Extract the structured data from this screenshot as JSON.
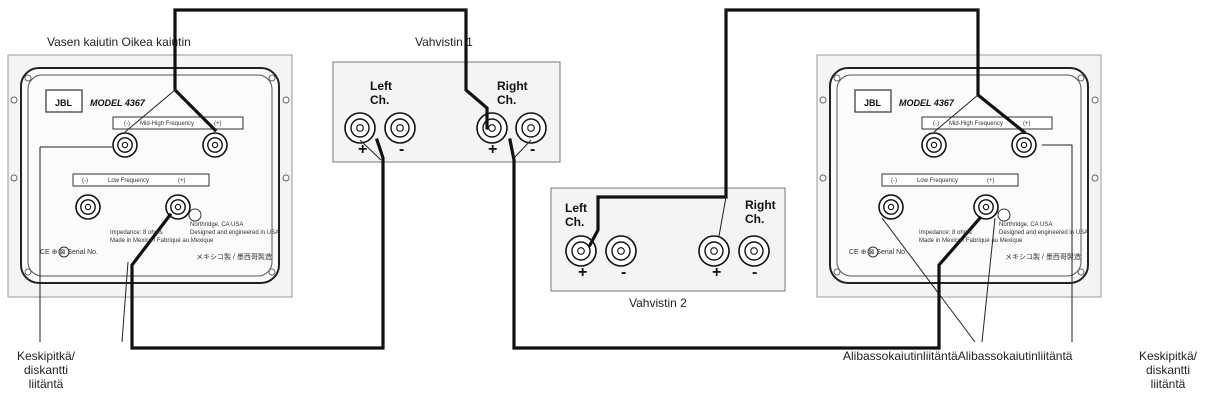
{
  "labels": {
    "speakers_left": "Vasen kaiutin Oikea kaiutin",
    "amp1_title": "Vahvistin 1",
    "amp2_title": "Vahvistin 2",
    "mid_high_left": "Keskipitkä/\ndiskantti\nliitäntä",
    "sub_left_right": "AlibassokaiutinliitäntäAlibassokaiutinliitäntä",
    "mid_high_right": "Keskipitkä/\ndiskantti\nliitäntä"
  },
  "speaker_panel": {
    "brand": "JBL",
    "model": "MODEL 4367",
    "mid_high_minus": "(-)",
    "mid_high_label": "Mid-High Frequency",
    "mid_high_plus": "(+)",
    "low_minus": "(-)",
    "low_label": "Low Frequency",
    "low_plus": "(+)",
    "fine_print": [
      "Impedance: 8 ohms",
      "Northridge, CA USA",
      "Designed and engineered in USA",
      "Made in Mexico / Fabriqué au Mexique"
    ],
    "maker_jp": "メキシコ製 / 墨西哥製造",
    "marks": "CE ⊕ ⊠ Serial No."
  },
  "amp1": {
    "left_ch": "Left\nCh.",
    "right_ch": "Right\nCh.",
    "plus": "+",
    "minus": "-"
  },
  "amp2": {
    "left_ch": "Left\nCh.",
    "right_ch": "Right\nCh.",
    "plus": "+",
    "minus": "-"
  }
}
